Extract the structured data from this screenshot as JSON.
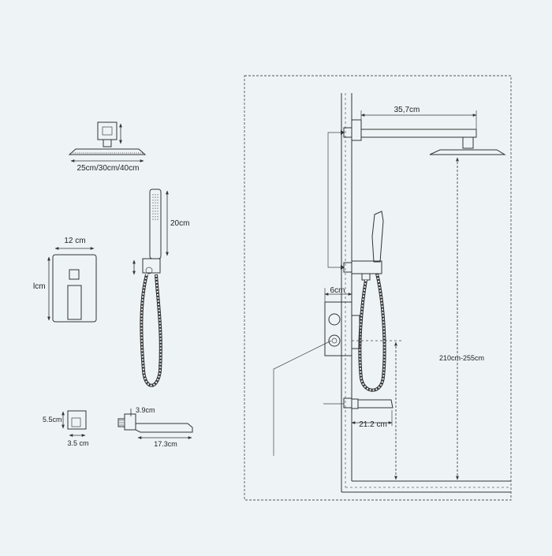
{
  "labels": {
    "shower_head_sizes": "25cm/30cm/40cm",
    "hand_shower_height": "20cm",
    "valve_width": "12 cm",
    "valve_height": "lcm",
    "small_height": "5.5cm",
    "small_width": "3.5 cm",
    "spout_height": "3.9cm",
    "spout_length": "17.3cm",
    "arm_length": "35,7cm",
    "valve_depth": "6cm",
    "spout_projection": "21.2 cm",
    "installation_height": "210cm-255cm"
  }
}
